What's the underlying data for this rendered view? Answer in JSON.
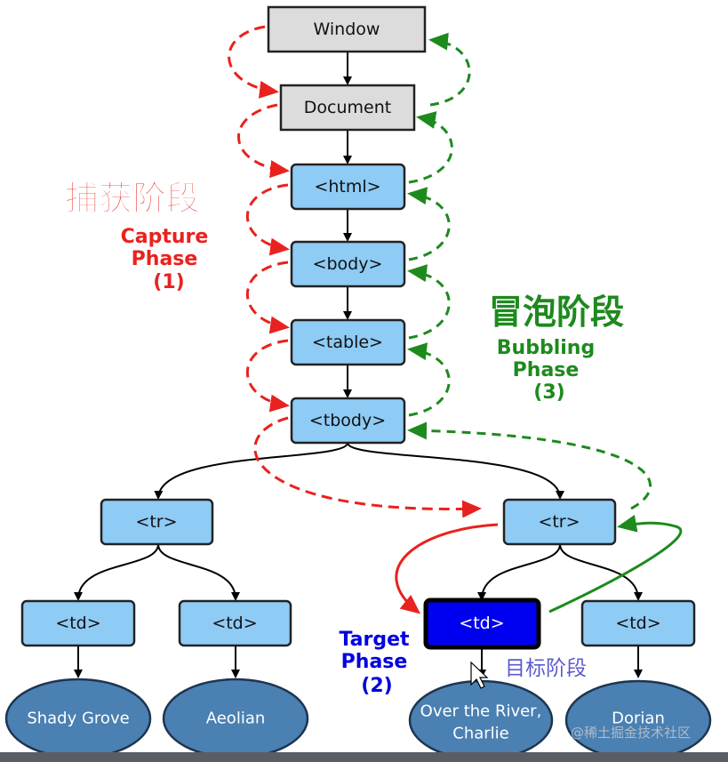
{
  "nodes": {
    "window": "Window",
    "document": "Document",
    "html": "<html>",
    "body": "<body>",
    "table": "<table>",
    "tbody": "<tbody>",
    "tr_left": "<tr>",
    "tr_right": "<tr>",
    "td1": "<td>",
    "td2": "<td>",
    "td_target": "<td>",
    "td4": "<td>"
  },
  "leaves": {
    "leaf1": "Shady Grove",
    "leaf2": "Aeolian",
    "leaf3_line1": "Over the River,",
    "leaf3_line2": "Charlie",
    "leaf4": "Dorian"
  },
  "labels": {
    "capture_cn": "捕获阶段",
    "capture_en1": "Capture",
    "capture_en2": "Phase",
    "capture_num": "(1)",
    "bubbling_cn": "冒泡阶段",
    "bubbling_en1": "Bubbling",
    "bubbling_en2": "Phase",
    "bubbling_num": "(3)",
    "target_en1": "Target",
    "target_en2": "Phase",
    "target_num": "(2)",
    "target_cn": "目标阶段"
  },
  "watermark": "@稀土掘金技术社区",
  "colors": {
    "capture": "#e8221e",
    "bubbling": "#1d8a1d",
    "target": "#0000e0",
    "node_fill": "#8ecbf5",
    "root_fill": "#dcdcdc",
    "leaf_fill": "#4a80b2"
  }
}
